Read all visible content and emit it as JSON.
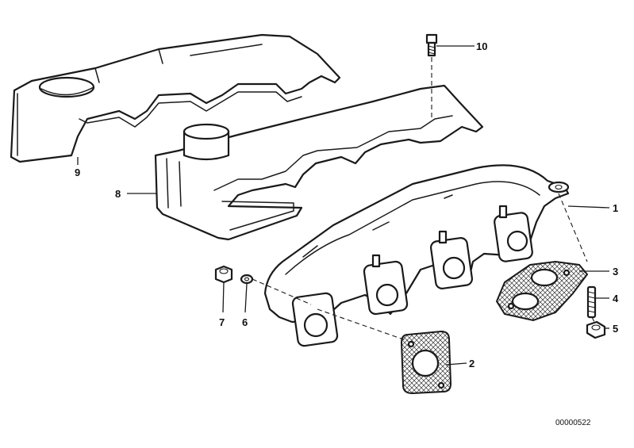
{
  "callouts": {
    "c1": "1",
    "c2": "2",
    "c3": "3",
    "c4": "4",
    "c5": "5",
    "c6": "6",
    "c7": "7",
    "c8": "8",
    "c9": "9",
    "c10": "10"
  },
  "reference_number": "00000522",
  "colors": {
    "line": "#1a1a1a",
    "background": "#ffffff"
  }
}
